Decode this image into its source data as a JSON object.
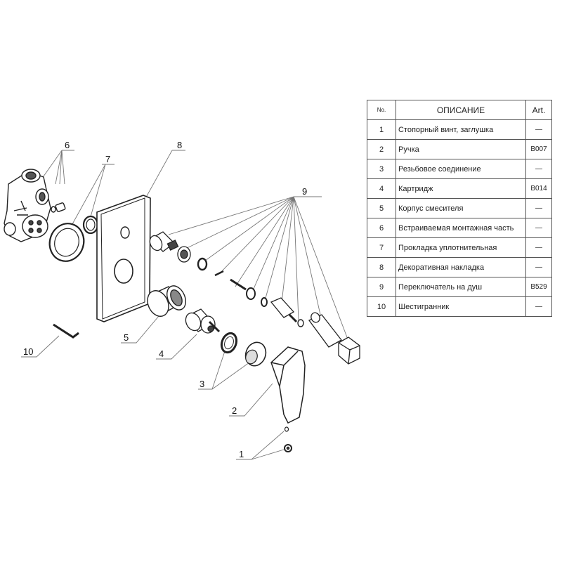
{
  "table": {
    "headers": {
      "no": "No.",
      "description": "ОПИСАНИЕ",
      "art": "Art."
    },
    "rows": [
      {
        "no": "1",
        "description": "Стопорный винт, заглушка",
        "art": "—"
      },
      {
        "no": "2",
        "description": "Ручка",
        "art": "B007"
      },
      {
        "no": "3",
        "description": "Резьбовое соединение",
        "art": "—"
      },
      {
        "no": "4",
        "description": "Картридж",
        "art": "B014"
      },
      {
        "no": "5",
        "description": "Корпус смесителя",
        "art": "—"
      },
      {
        "no": "6",
        "description": "Встраиваемая монтажная часть",
        "art": "—"
      },
      {
        "no": "7",
        "description": "Прокладка уплотнительная",
        "art": "—"
      },
      {
        "no": "8",
        "description": "Декоративная накладка",
        "art": "—"
      },
      {
        "no": "9",
        "description": "Переключатель на душ",
        "art": "B529"
      },
      {
        "no": "10",
        "description": "Шестигранник",
        "art": "—"
      }
    ]
  },
  "callouts": {
    "c1": "1",
    "c2": "2",
    "c3": "3",
    "c4": "4",
    "c5": "5",
    "c6": "6",
    "c7": "7",
    "c8": "8",
    "c9": "9",
    "c10": "10"
  }
}
